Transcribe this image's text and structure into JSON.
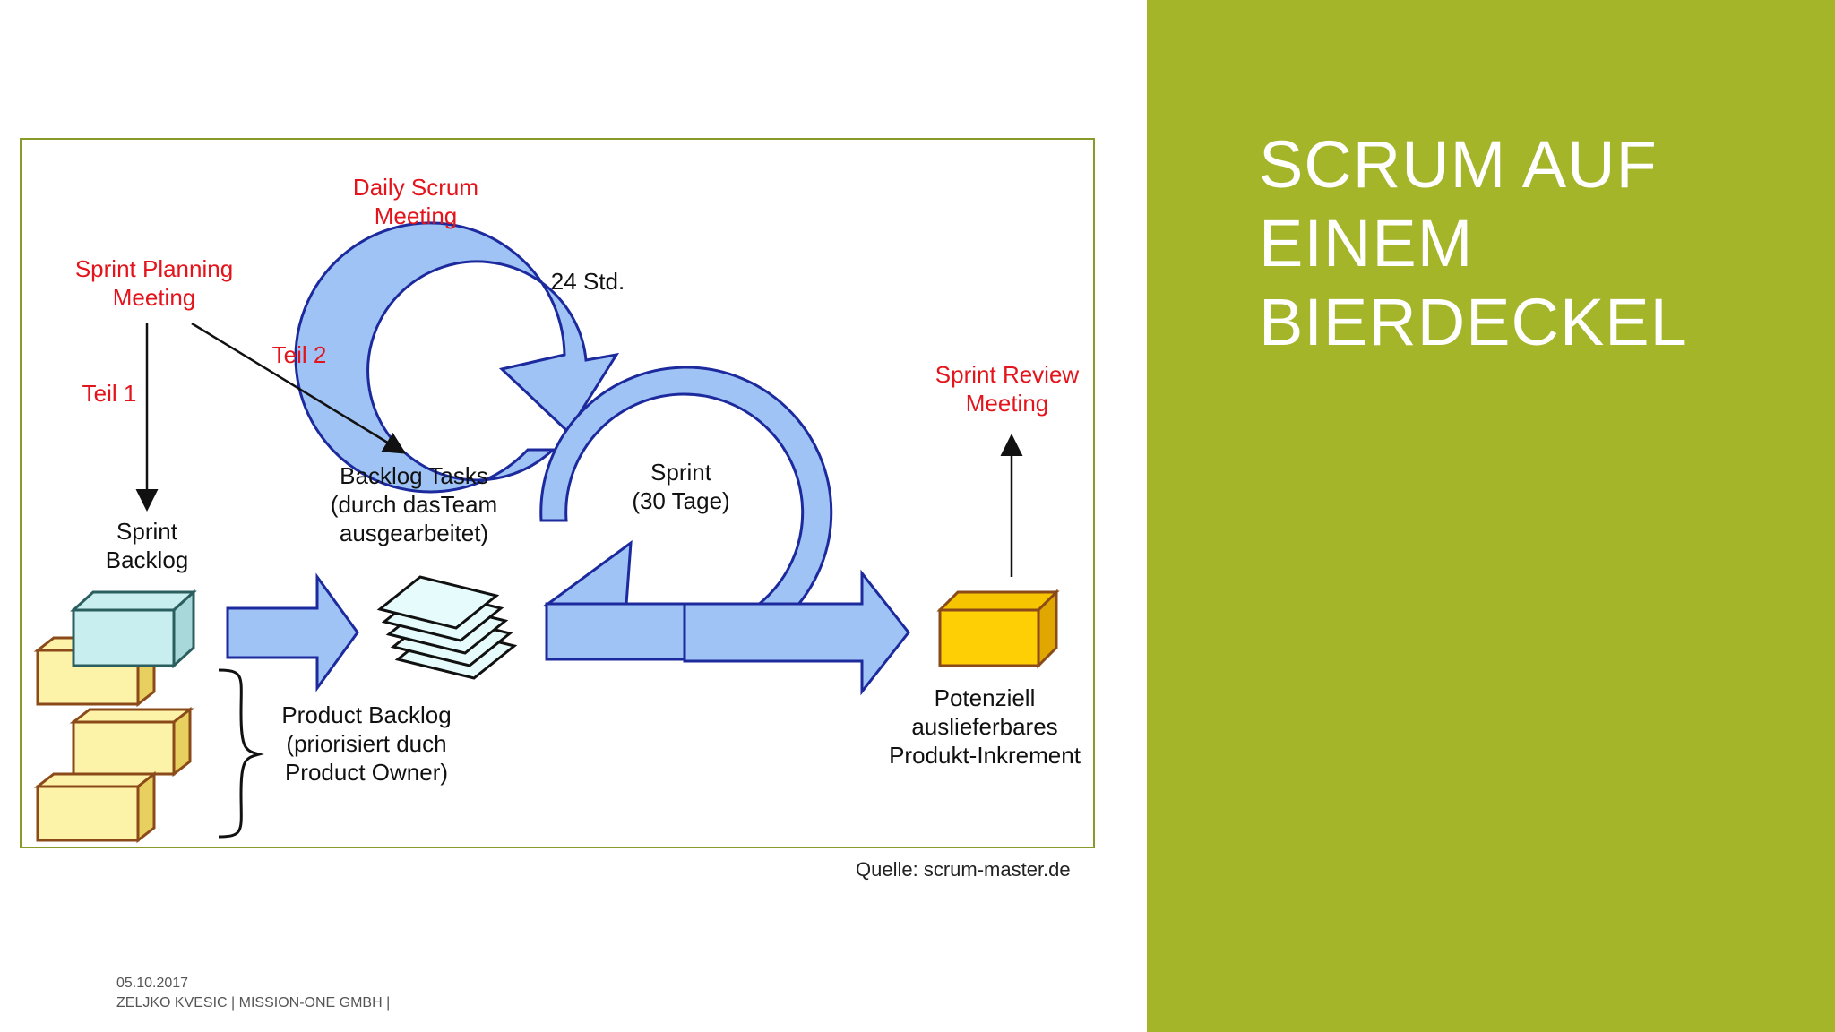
{
  "title": {
    "lines": [
      "SCRUM AUF",
      "EINEM",
      "BIERDECKEL"
    ]
  },
  "diagram": {
    "daily_scrum": [
      "Daily Scrum",
      "Meeting"
    ],
    "sprint_planning": [
      "Sprint Planning",
      "Meeting"
    ],
    "teil1": "Teil 1",
    "teil2": "Teil 2",
    "hours": "24 Std.",
    "sprint": [
      "Sprint",
      "(30 Tage)"
    ],
    "sprint_review": [
      "Sprint Review",
      "Meeting"
    ],
    "backlog_tasks": [
      "Backlog Tasks",
      "(durch dasTeam",
      "ausgearbeitet)"
    ],
    "sprint_backlog": [
      "Sprint",
      "Backlog"
    ],
    "product_backlog": [
      "Product Backlog",
      "(priorisiert duch",
      "Product Owner)"
    ],
    "increment": [
      "Potenziell",
      "auslieferbares",
      "Produkt-Inkrement"
    ]
  },
  "source": "Quelle: scrum-master.de",
  "footer": {
    "date": "05.10.2017",
    "author": "ZELJKO KVESIC | MISSION-ONE GMBH |"
  },
  "colors": {
    "accent": "#a5b52a",
    "label_red": "#e3141b",
    "arrow_blue": "#9fc3f5",
    "arrow_stroke": "#1c2a9e"
  }
}
